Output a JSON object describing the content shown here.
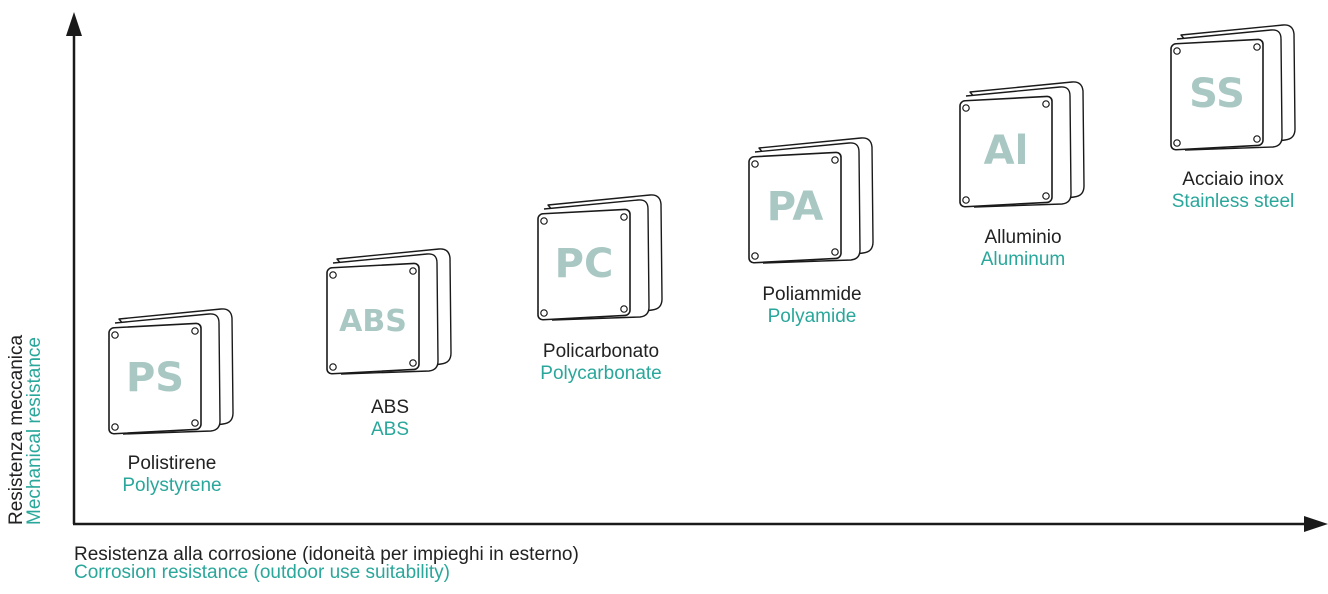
{
  "axes": {
    "x_label_it": "Resistenza alla corrosione (idoneità per impieghi in esterno)",
    "x_label_en": "Corrosion resistance (outdoor use suitability)",
    "y_label_it": "Resistenza meccanica",
    "y_label_en": "Mechanical resistance"
  },
  "colors": {
    "axis": "#1a1a1a",
    "english_text": "#2aa79b",
    "box_letters": "#a9c8c3"
  },
  "materials": [
    {
      "code": "PS",
      "name_it": "Polistirene",
      "name_en": "Polystyrene"
    },
    {
      "code": "ABS",
      "name_it": "ABS",
      "name_en": "ABS"
    },
    {
      "code": "PC",
      "name_it": "Policarbonato",
      "name_en": "Polycarbonate"
    },
    {
      "code": "PA",
      "name_it": "Poliammide",
      "name_en": "Polyamide"
    },
    {
      "code": "Al",
      "name_it": "Alluminio",
      "name_en": "Aluminum"
    },
    {
      "code": "SS",
      "name_it": "Acciaio inox",
      "name_en": "Stainless steel"
    }
  ]
}
